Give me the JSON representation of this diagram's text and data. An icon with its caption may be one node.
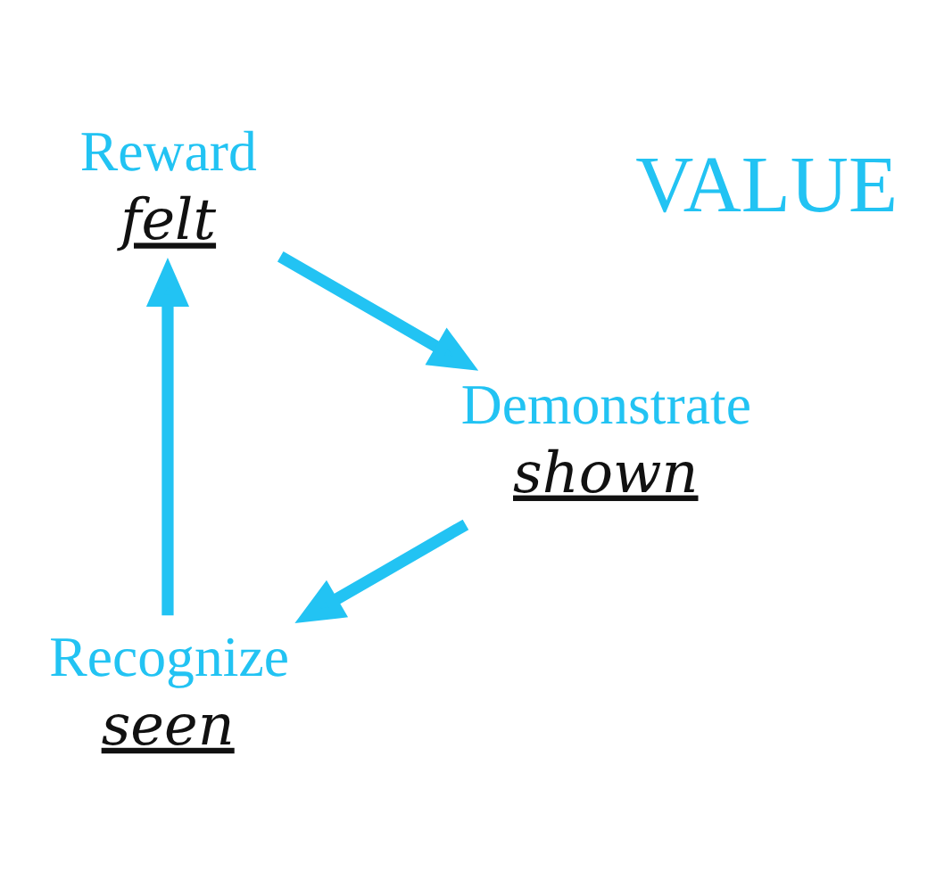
{
  "diagram": {
    "nodes": [
      {
        "text": [
          "Recognize"
        ],
        "beside": [
          "seen"
        ]
      },
      {
        "text": [
          "Reward"
        ],
        "beside": [
          "felt"
        ]
      },
      {
        "text": [
          "Demonstrate"
        ],
        "beside": [
          "shown"
        ]
      }
    ],
    "edges": [
      {
        "from": 0,
        "to": 1,
        "arrow": "to"
      },
      {
        "from": 1,
        "to": 2,
        "arrow": "to"
      },
      {
        "from": 2,
        "to": 0,
        "arrow": "to"
      }
    ],
    "labels": [
      "VALUE"
    ]
  }
}
